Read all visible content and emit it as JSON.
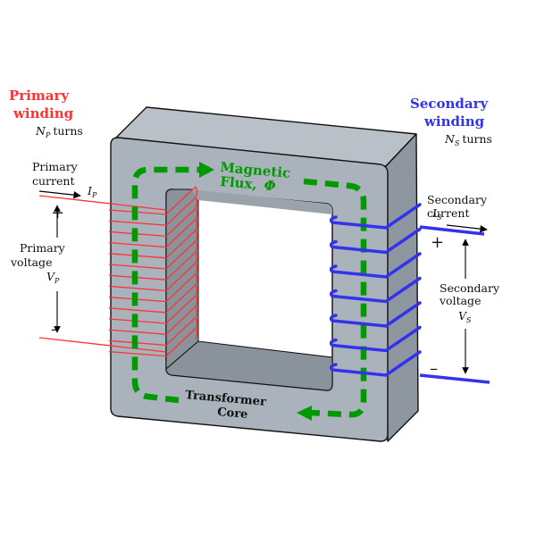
{
  "colors": {
    "primary": "#ff3333",
    "secondary": "#3333ee",
    "flux": "#009900",
    "core_front": "#aab2bb",
    "core_top": "#b9c0c7",
    "core_side": "#8e979f",
    "hole_back": "#8a939b"
  },
  "primary": {
    "title_line1": "Primary",
    "title_line2": "winding",
    "turns_symbol": "N",
    "turns_sub": "P",
    "turns_word": "turns",
    "current_line1": "Primary",
    "current_line2": "current",
    "current_symbol": "I",
    "current_sub": "P",
    "voltage_line1": "Primary",
    "voltage_line2": "voltage",
    "voltage_symbol": "V",
    "voltage_sub": "P",
    "plus": "+",
    "minus": "–"
  },
  "secondary": {
    "title_line1": "Secondary",
    "title_line2": "winding",
    "turns_symbol": "N",
    "turns_sub": "S",
    "turns_word": "turns",
    "current_line1": "Secondary",
    "current_line2": "current",
    "current_symbol": "I",
    "current_sub": "S",
    "voltage_line1": "Secondary",
    "voltage_line2": "voltage",
    "voltage_symbol": "V",
    "voltage_sub": "S",
    "plus": "+",
    "minus": "–"
  },
  "flux": {
    "line1": "Magnetic",
    "line2": "Flux,",
    "symbol": "Φ"
  },
  "core": {
    "line1": "Transformer",
    "line2": "Core"
  }
}
